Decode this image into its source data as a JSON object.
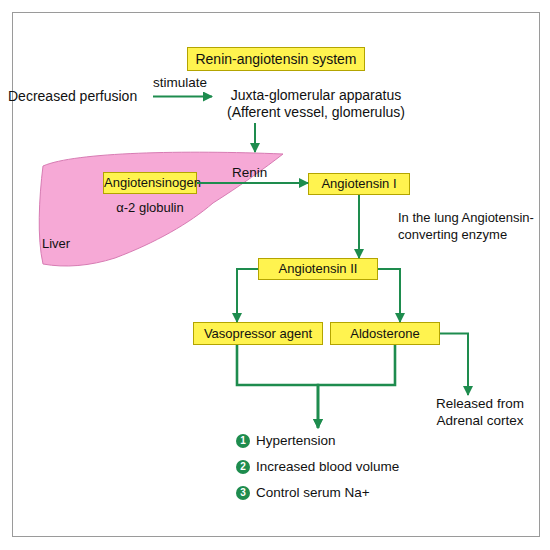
{
  "diagram": {
    "title": "Renin-angiotensin system",
    "nodes": [
      {
        "text": [
          "Decreased perfusion"
        ]
      },
      {
        "text": [
          "Juxta-glomerular apparatus (Afferent vessel, glomerulus)"
        ]
      },
      {
        "text": [
          "α-2 globulin",
          "Liver"
        ]
      },
      {
        "text": [
          "Angiotensinogen"
        ],
        "in": 2
      },
      {
        "text": [
          "Angiotensin I"
        ]
      },
      {
        "text": [
          "Angiotensin II"
        ]
      },
      {
        "text": [
          "Vasopressor agent"
        ]
      },
      {
        "text": [
          "Aldosterone"
        ]
      },
      {
        "text": [
          "Released from Adrenal cortex"
        ]
      },
      {
        "text": [
          "Hypertension",
          "Increased blood volume",
          "Control serum Na+"
        ]
      }
    ],
    "edges": [
      {
        "from": 0,
        "to": 1,
        "label": "stimulate",
        "arrow": "to"
      },
      {
        "from": 3,
        "to": 4,
        "label": "Renin",
        "arrow": "to"
      },
      {
        "from": 4,
        "to": 5,
        "label": "In the lung Angiotensin-converting enzyme",
        "arrow": "to"
      },
      {
        "from": 5,
        "to": 6,
        "arrow": "to"
      },
      {
        "from": 5,
        "to": 7,
        "arrow": "to"
      },
      {
        "from": 6,
        "to": 9,
        "arrow": "to"
      },
      {
        "from": 7,
        "to": 9,
        "arrow": "to"
      },
      {
        "from": 7,
        "to": 8,
        "arrow": "to"
      }
    ],
    "labels": [
      "1",
      "2",
      "3"
    ]
  }
}
